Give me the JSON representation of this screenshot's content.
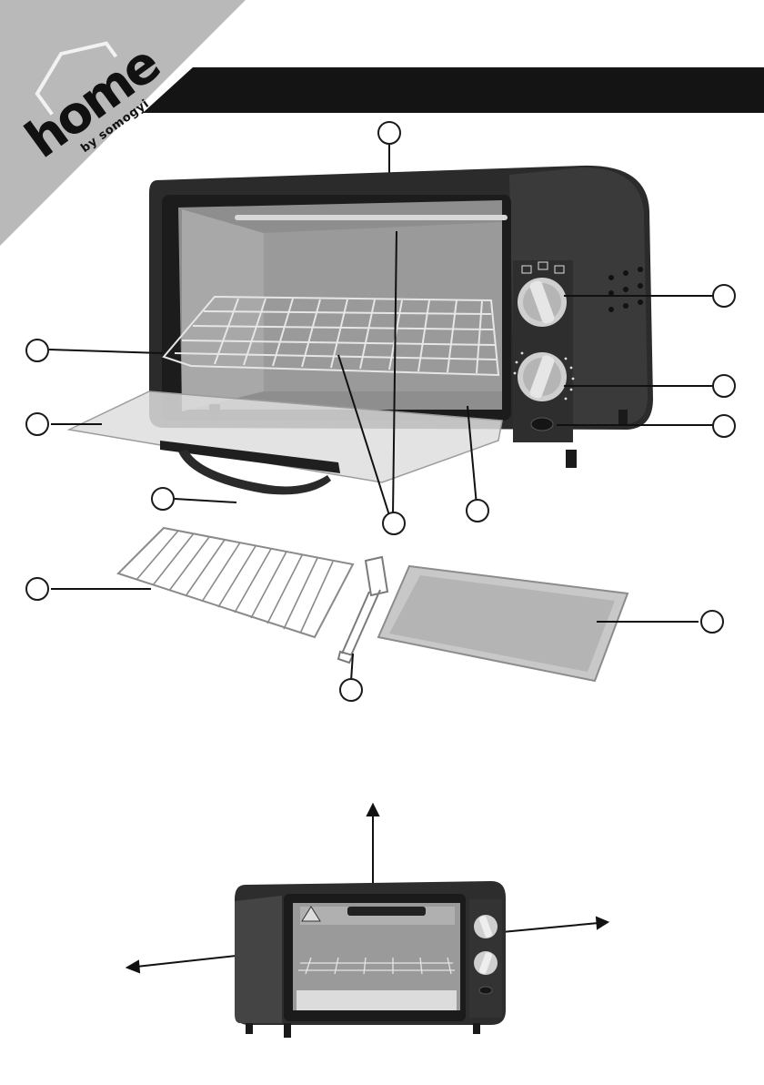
{
  "brand": {
    "logo_name": "home",
    "logo_tagline": "by somogyi",
    "logo_icon": "house-outline-icon"
  },
  "header": {
    "bar_color": "#141414"
  },
  "figures": {
    "main": "toaster-oven-open-door-with-accessories",
    "accessories": [
      "wire-rack",
      "rack-tongs",
      "baking-tray"
    ],
    "clearance": "toaster-oven-clearance-diagram"
  },
  "colors": {
    "corner_band": "#b9b9b9",
    "oven_body": "#2b2b2b",
    "tray": "#c8c8c8"
  }
}
